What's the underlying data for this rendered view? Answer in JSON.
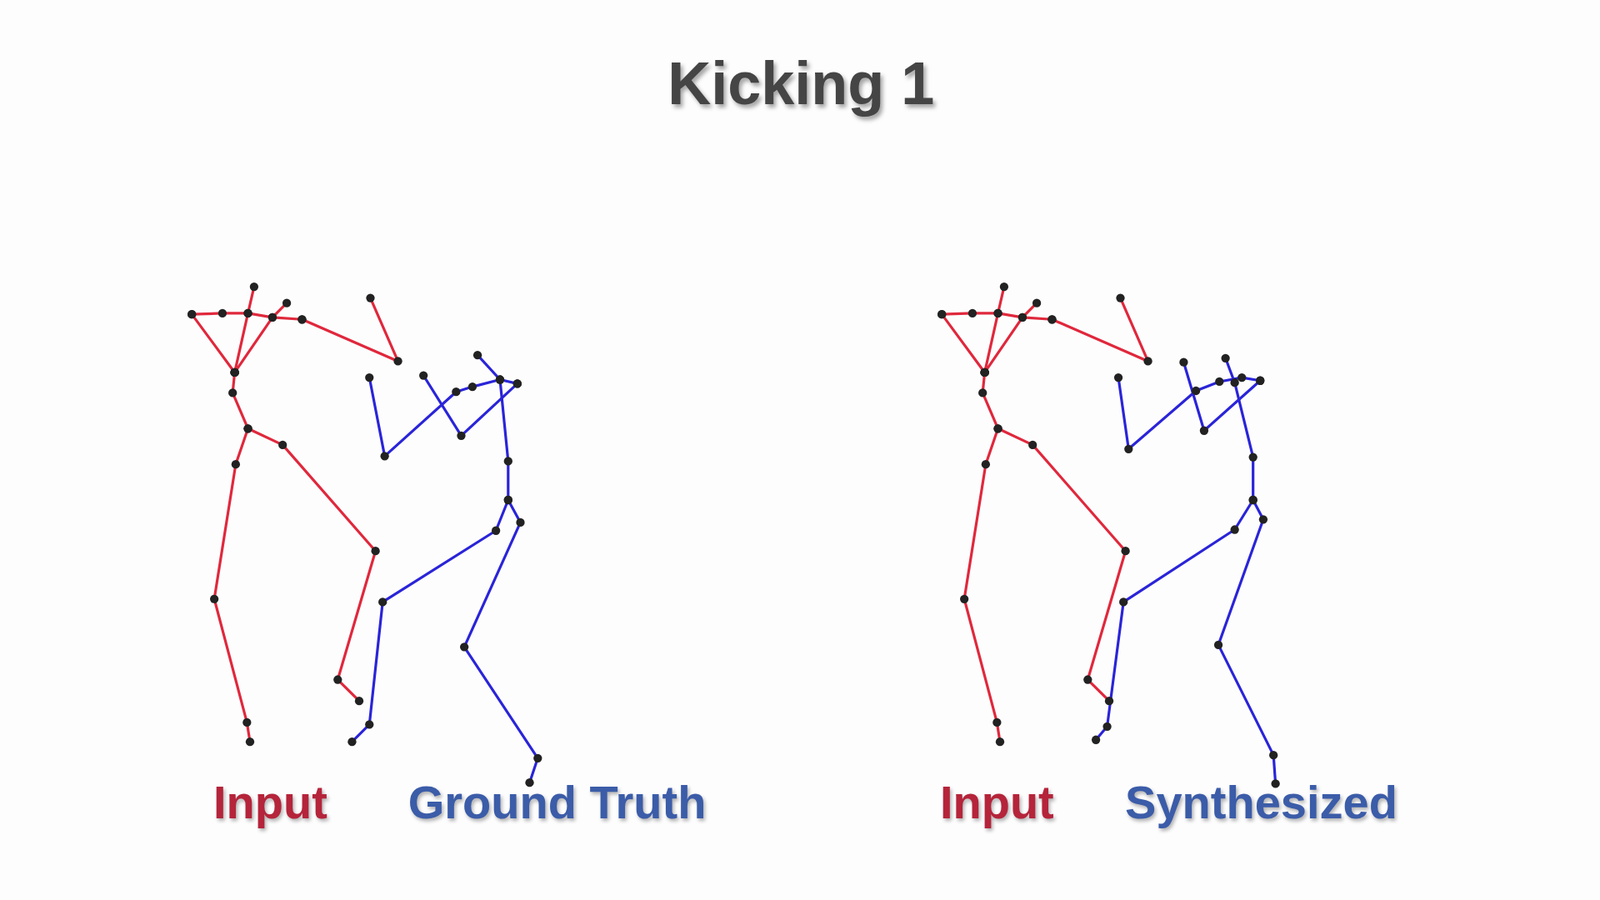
{
  "diagram": {
    "title": "Kicking 1",
    "labels": [
      "Input",
      "Ground Truth",
      "Input",
      "Synthesized"
    ]
  }
}
